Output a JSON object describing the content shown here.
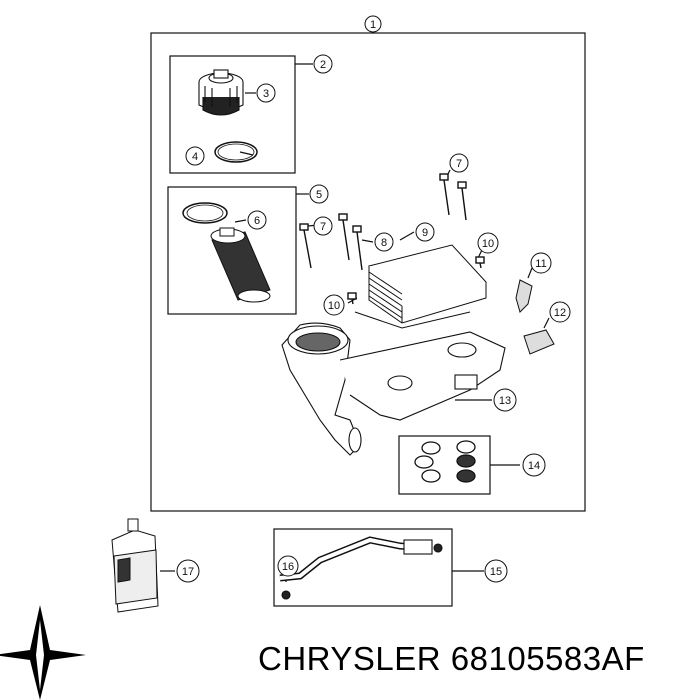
{
  "callouts": {
    "c1": "1",
    "c2": "2",
    "c3": "3",
    "c4": "4",
    "c5": "5",
    "c6": "6",
    "c7a": "7",
    "c7b": "7",
    "c8": "8",
    "c9": "9",
    "c10a": "10",
    "c10b": "10",
    "c11": "11",
    "c12": "12",
    "c13": "13",
    "c14": "14",
    "c15": "15",
    "c16": "16",
    "c17": "17"
  },
  "footer": {
    "brand": "CHRYSLER",
    "part_number": "68105583AF",
    "text": "CHRYSLER 68105583AF"
  },
  "icons": {
    "logo": "chrysler-star-logo"
  }
}
